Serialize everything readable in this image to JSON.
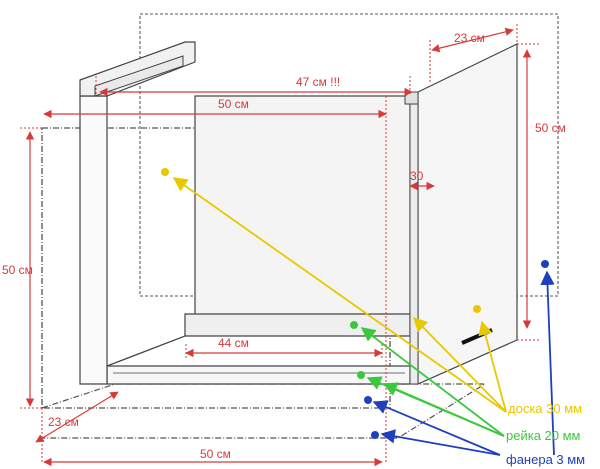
{
  "colors": {
    "dimension": "#d63b3b",
    "board": "#e8c800",
    "rail": "#3cc83c",
    "plywood": "#1f3fbf",
    "outline": "#555555",
    "panel": "#f4f4f4"
  },
  "dimensions": {
    "top_depth": "23 см",
    "inner_width": "47 см !!!",
    "outer_width": "50 см",
    "right_height": "50 см",
    "left_height": "50 см",
    "thickness": "30",
    "base_inner": "44 см",
    "bottom_depth": "23 см",
    "bottom_width": "50 см"
  },
  "legend": {
    "board": "доска 30 мм",
    "rail": "рейка 20 мм",
    "plywood": "фанера 3 мм"
  }
}
